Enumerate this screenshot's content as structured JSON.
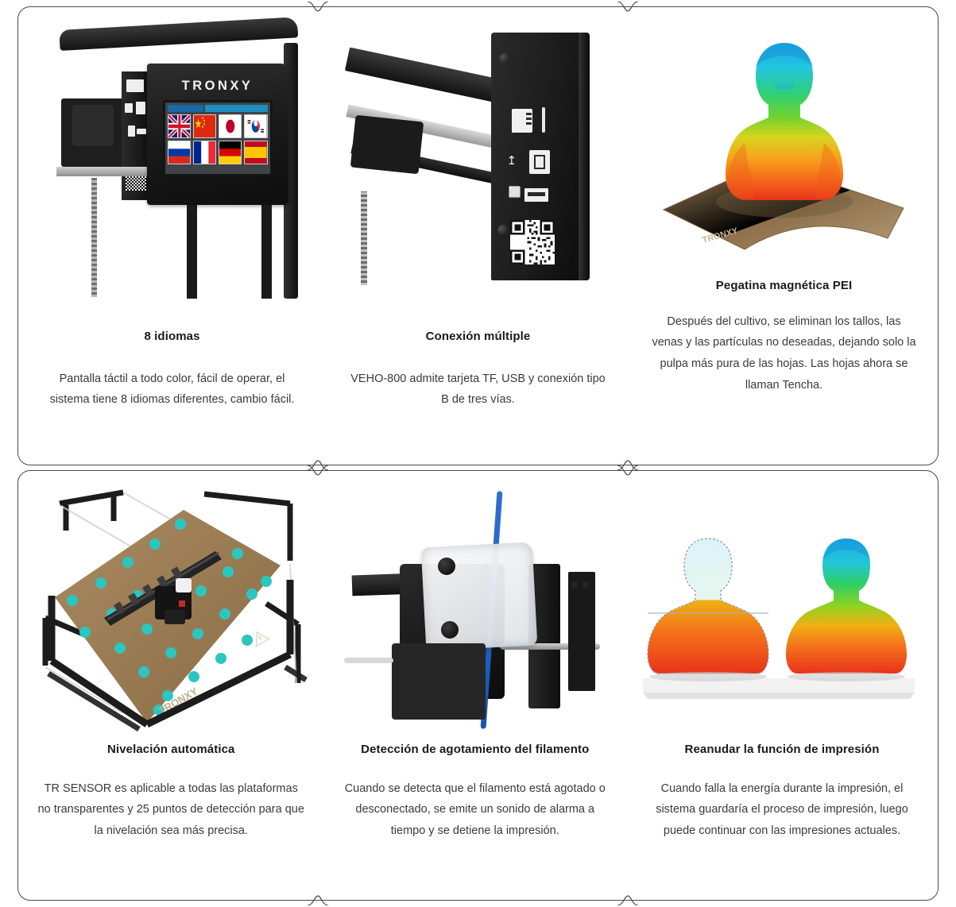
{
  "page": {
    "language": "es",
    "layout": "2-row x 3-column product feature grid",
    "border_color": "#4a4a4a",
    "heading_color": "#1a1a1a",
    "body_color": "#3a3a3a",
    "background": "#ffffff"
  },
  "rows": [
    {
      "id": "row-1",
      "cells": [
        {
          "id": "cell-8-idiomas",
          "image_name": "tronxy-touchscreen-language-photo",
          "image_alt": "Panel de control TRONXY con pantalla tactil mostrando 8 banderas de idiomas",
          "heading": "8 idiomas",
          "body": "Pantalla táctil a todo color, fácil de operar, el sistema tiene 8 idiomas diferentes, cambio fácil.",
          "brand_on_device": "TRONXY",
          "flags": [
            "Reino Unido",
            "China",
            "Japón",
            "Corea del Sur",
            "Rusia",
            "Francia",
            "Alemania",
            "España"
          ]
        },
        {
          "id": "cell-conexion-multiple",
          "image_name": "printer-ports-panel-photo",
          "image_alt": "Panel lateral de la impresora con ranura TF, puerto USB tipo B, puerto USB tipo A y código QR",
          "heading": "Conexión múltiple",
          "body": "VEHO-800 admite tarjeta TF, USB y conexión tipo B de tres vías.",
          "ports": [
            "Tarjeta TF",
            "USB tipo B",
            "USB tipo A"
          ]
        },
        {
          "id": "cell-pegatina-pei",
          "image_name": "rainbow-bust-on-pei-sheet-photo",
          "image_alt": "Busto impreso en 3D con degradado arcoíris sobre lámina magnética PEI flexible",
          "heading": "Pegatina magnética PEI",
          "body": "Después del cultivo, se eliminan los tallos, las venas y las partículas no deseadas, dejando solo la pulpa más pura de las hojas. Las hojas ahora se llaman Tencha."
        }
      ]
    },
    {
      "id": "row-2",
      "cells": [
        {
          "id": "cell-nivelacion-automatica",
          "image_name": "auto-leveling-bed-photo",
          "image_alt": "Cama de impresión dorada con 25 puntos de detección turquesa y pórtico TRONXY",
          "heading": "Nivelación automática",
          "body": "TR SENSOR es aplicable a todas las plataformas no transparentes y 25 puntos de detección para que la nivelación sea más precisa.",
          "detection_points": 25,
          "point_color": "#2cc6c0",
          "bed_color": "#9a7a52",
          "brand_on_bed": "TRONXY"
        },
        {
          "id": "cell-deteccion-filamento",
          "image_name": "extruder-filament-sensor-photo",
          "image_alt": "Extrusor translúcido con filamento azul pasando por el sensor de agotamiento",
          "heading": "Detección de agotamiento del filamento",
          "body": "Cuando se detecta que el filamento está agotado o desconectado, se emite un sonido de alarma a tiempo y se detiene la impresión.",
          "filament_color": "#2060c8"
        },
        {
          "id": "cell-reanudar-impresion",
          "image_name": "resume-printing-comparison-photo",
          "image_alt": "Dos bustos impresos: uno incompleto con contorno punteado y otro terminado",
          "heading": "Reanudar la función de impresión",
          "body": "Cuando falla la energía durante la impresión, el sistema guardaría el proceso de impresión, luego puede continuar con las impresiones actuales."
        }
      ]
    }
  ]
}
